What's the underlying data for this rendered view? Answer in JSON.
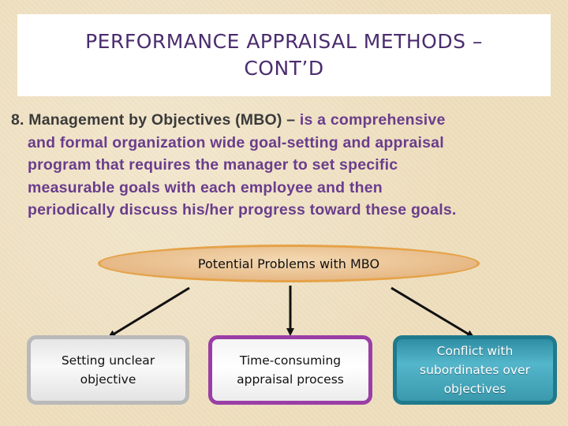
{
  "title": {
    "line1": "PERFORMANCE APPRAISAL METHODS –",
    "line2": "CONT’D"
  },
  "body": {
    "lead": "8. Management by Objectives (MBO) –",
    "lines": [
      " is a comprehensive",
      "and formal organization wide goal-setting and appraisal",
      "program that requires the manager to set specific",
      "measurable goals with each employee and then",
      "periodically discuss his/her progress toward these goals."
    ]
  },
  "diagram": {
    "root_label": "Potential Problems with MBO",
    "problems": [
      {
        "line1": "Setting unclear",
        "line2": "objective"
      },
      {
        "line1": "Time-consuming",
        "line2": "appraisal process"
      },
      {
        "line1": "Conflict with",
        "line2": "subordinates over",
        "line3": "objectives"
      }
    ]
  },
  "colors": {
    "title_text": "#4b2d6e",
    "body_highlight": "#6a3d8c",
    "ellipse_border": "#e5a247",
    "box1_border": "#b9b9b9",
    "box2_border": "#9a3ea6",
    "box3_fill": "#3a99ad"
  }
}
